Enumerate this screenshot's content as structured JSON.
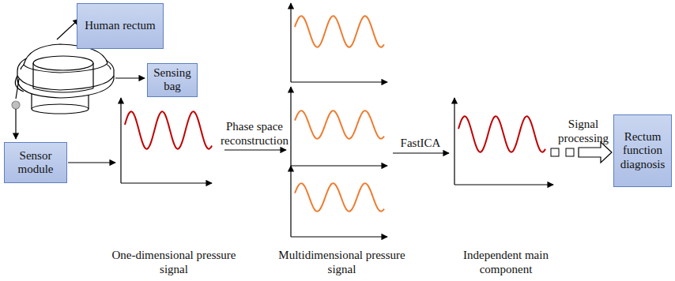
{
  "diagram": {
    "nodes": [
      {
        "text": [
          "Human rectum"
        ]
      },
      {
        "text": [
          "Sensing bag"
        ]
      },
      {
        "text": [
          "Sensor module"
        ]
      },
      {
        "text": [
          "Rectum function diagnosis"
        ]
      }
    ],
    "labels": [
      "Phase space reconstruction",
      "FastICA",
      "Signal processing",
      "One-dimensional pressure signal",
      "Multidimensional pressure signal",
      "Independent main component"
    ]
  }
}
